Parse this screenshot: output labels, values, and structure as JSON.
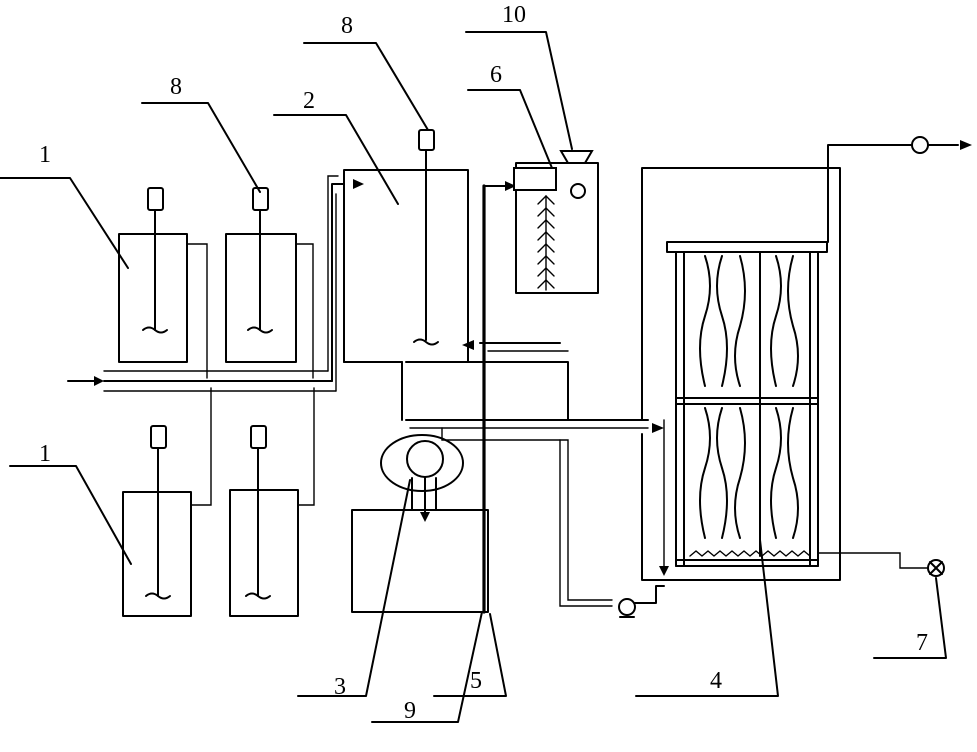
{
  "labels": {
    "tank_1_upper": "1",
    "tank_1_lower": "1",
    "mixing_tank": "2",
    "pump_3": "3",
    "reactor_4": "4",
    "pipe_5": "5",
    "dosing_6": "6",
    "pump_7": "7",
    "motor_8_left": "8",
    "motor_8_mid": "8",
    "tank_9": "9",
    "hopper_10": "10"
  },
  "colors": {
    "line": "#000000",
    "background": "#ffffff"
  }
}
